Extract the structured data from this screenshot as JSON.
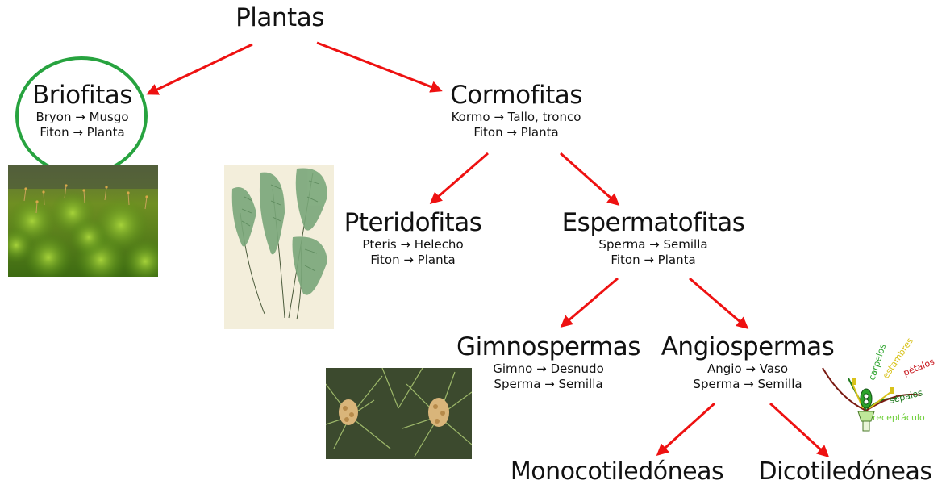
{
  "colors": {
    "arrow": "#ee1111",
    "highlight_circle": "#27a33f",
    "text": "#111111"
  },
  "arrow_symbol": "→",
  "nodes": {
    "plantas": {
      "title": "Plantas"
    },
    "briofitas": {
      "title": "Briofitas",
      "etym1": "Bryon → Musgo",
      "etym2": "Fiton → Planta"
    },
    "cormofitas": {
      "title": "Cormofitas",
      "etym1": "Kormo → Tallo, tronco",
      "etym2": "Fiton → Planta"
    },
    "pteridofitas": {
      "title": "Pteridofitas",
      "etym1": "Pteris → Helecho",
      "etym2": "Fiton → Planta"
    },
    "espermatofitas": {
      "title": "Espermatofitas",
      "etym1": "Sperma → Semilla",
      "etym2": "Fiton → Planta"
    },
    "gimnospermas": {
      "title": "Gimnospermas",
      "etym1": "Gimno → Desnudo",
      "etym2": "Sperma → Semilla"
    },
    "angiospermas": {
      "title": "Angiospermas",
      "etym1": "Angio → Vaso",
      "etym2": "Sperma → Semilla"
    },
    "monocotiledoneas": {
      "title": "Monocotiledóneas"
    },
    "dicotiledoneas": {
      "title": "Dicotiledóneas"
    }
  },
  "images": {
    "moss": "moss-photo",
    "fern": "fern-illustration",
    "pine": "pine-photo",
    "flower": "flower-diagram"
  },
  "flower_labels": {
    "carpelos": "carpelos",
    "estambres": "estambres",
    "petalos": "pétalos",
    "sepalos": "sépalos",
    "receptaculo": "receptáculo"
  },
  "flower_colors": {
    "carpelos": "#2aa32a",
    "estambres": "#d8c21a",
    "petalos": "#c8161d",
    "sepalos": "#1f7a1f",
    "receptaculo": "#6fcf3a"
  }
}
